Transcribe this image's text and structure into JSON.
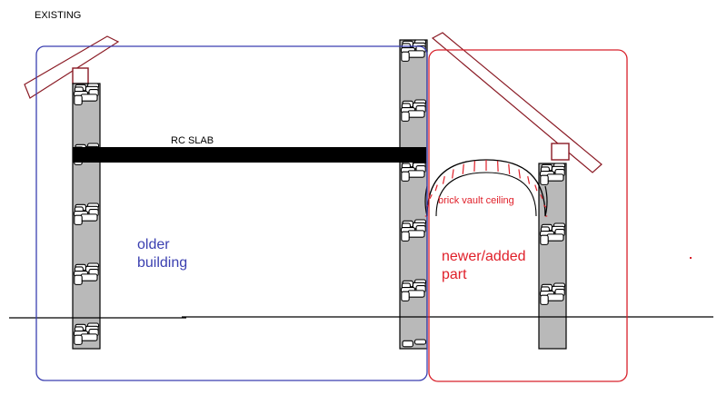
{
  "title": "EXISTING",
  "labels": {
    "rc_slab": "RC SLAB",
    "older_line1": "older",
    "older_line2": "building",
    "newer_line1": "newer/added",
    "newer_line2": "part",
    "vault": "brick vault ceiling"
  },
  "colors": {
    "older_outline": "#3a3fb0",
    "newer_outline": "#d8202a",
    "roof_outline": "#8a1a24",
    "slab": "#000000",
    "wall_fill": "#b9b9b9",
    "stone": "#ffffff",
    "vault_text": "#e0202a",
    "older_text": "#3a3fb0"
  }
}
